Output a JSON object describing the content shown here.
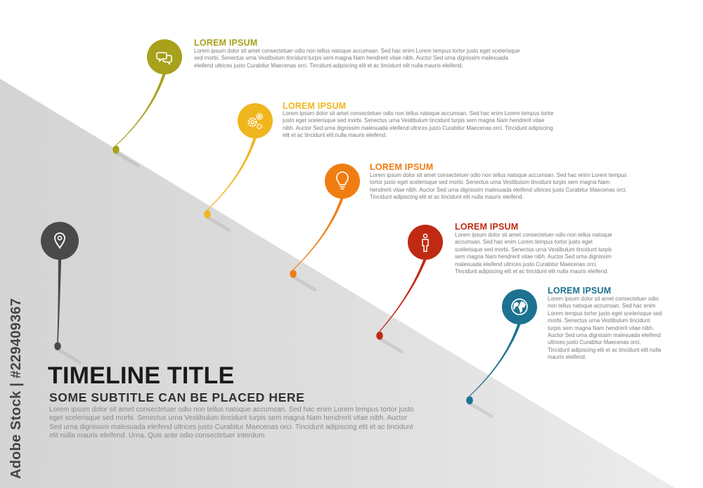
{
  "timeline": {
    "title": "TIMELINE TITLE",
    "subtitle": "SOME SUBTITLE CAN BE PLACED HERE",
    "intro": "Lorem ipsum dolor sit amet consectetuer odio non tellus natoque accumsan. Sed hac enim Lorem tempus tortor justo eget scelerisque sed morbi. Senectus urna Vestibulum tincidunt turpis sem magna Nam hendrerit vitae nibh. Auctor Sed urna dignissim malesuada eleifend ultrices justo Curabitur Maecenas orci. Tincidunt adipiscing elit et ac tincidunt elit nulla mauris eleifend. Urna. Quis ante odio consectetuer interdum",
    "start_marker": {
      "icon": "location-pin-icon",
      "color": "#4a4a4a"
    },
    "items": [
      {
        "heading": "LOREM IPSUM",
        "text": "Lorem ipsum dolor sit amet consectetuer odio non tellus natoque accumsan. Sed hac enim Lorem tempus tortor justo eget scelerisque sed morbi. Senectus urna Vestibulum tincidunt turpis sem magna Nam hendrerit vitae nibh. Auctor Sed urna dignissim malesuada eleifend ultrices justo Curabitur Maecenas orci. Tincidunt adipiscing elit et ac tincidunt elit nulla mauris eleifend.",
        "color": "#a8a11b",
        "icon": "chat-bubbles-icon"
      },
      {
        "heading": "LOREM IPSUM",
        "text": "Lorem ipsum dolor sit amet consectetuer odio non tellus natoque accumsan. Sed hac enim Lorem tempus tortor justo eget scelerisque sed morbi. Senectus urna Vestibulum tincidunt turpis sem magna Nam hendrerit vitae nibh. Auctor Sed urna dignissim malesuada eleifend ultrices justo Curabitur Maecenas orci. Tincidunt adipiscing elit et ac tincidunt elit nulla mauris eleifend.",
        "color": "#f0b61e",
        "icon": "gears-icon"
      },
      {
        "heading": "LOREM IPSUM",
        "text": "Lorem ipsum dolor sit amet consectetuer odio non tellus natoque accumsan. Sed hac enim Lorem tempus tortor justo eget scelerisque sed morbi. Senectus urna Vestibulum tincidunt turpis sem magna Nam hendrerit vitae nibh. Auctor Sed urna dignissim malesuada eleifend ultrices justo Curabitur Maecenas orci. Tincidunt adipiscing elit et ac tincidunt elit nulla mauris eleifend.",
        "color": "#ef7d12",
        "icon": "lightbulb-icon"
      },
      {
        "heading": "LOREM IPSUM",
        "text": "Lorem ipsum dolor sit amet consectetuer odio non tellus natoque accumsan. Sed hac enim Lorem tempus tortor justo eget scelerisque sed morbi. Senectus urna Vestibulum tincidunt turpis sem magna Nam hendrerit vitae nibh. Auctor Sed urna dignissim malesuada eleifend ultrices justo Curabitur Maecenas orci. Tincidunt adipiscing elit et ac tincidunt elit nulla mauris eleifend.",
        "color": "#c02a12",
        "icon": "person-icon"
      },
      {
        "heading": "LOREM IPSUM",
        "text": "Lorem ipsum dolor sit amet consectetuer odio non tellus natoque accumsan. Sed hac enim Lorem tempus tortor justo eget scelerisque sed morbi. Senectus urna Vestibulum tincidunt turpis sem magna Nam hendrerit vitae nibh. Auctor Sed urna dignissim malesuada eleifend ultrices justo Curabitur Maecenas orci. Tincidunt adipiscing elit et ac tincidunt elit nulla mauris eleifend.",
        "color": "#1d7191",
        "icon": "globe-icon"
      }
    ]
  },
  "watermark": {
    "text": "Adobe Stock | #229409367"
  },
  "colors": {
    "background": "#ffffff",
    "panel": "#dcdcdc",
    "text": "#7a7a7a"
  }
}
